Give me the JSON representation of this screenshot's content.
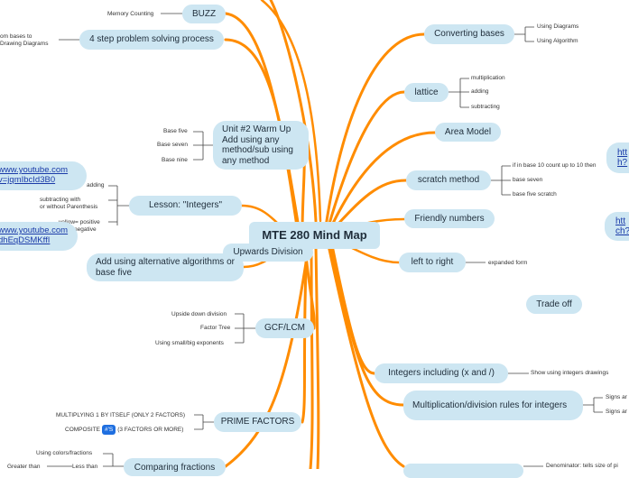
{
  "central": "MTE 280 Mind Map",
  "colors": {
    "branch": "#ff8c00",
    "node_fill": "#cde6f2",
    "leaf_line": "#444444",
    "badge": "#1f6fe0"
  },
  "right": {
    "converting_bases": {
      "label": "Converting bases",
      "children": [
        "Using Diagrams",
        "Using Algorithm"
      ]
    },
    "lattice": {
      "label": "lattice",
      "children": [
        "multiplication",
        "adding",
        "subtracting"
      ]
    },
    "area_model": {
      "label": "Area Model"
    },
    "scratch_method": {
      "label": "scratch method",
      "children": [
        "if in base 10 count up to 10 then",
        "base seven",
        "base five scratch"
      ]
    },
    "friendly_numbers": {
      "label": "Friendly numbers"
    },
    "left_to_right": {
      "label": "left to right",
      "children": [
        "expanded form"
      ]
    },
    "trade_off": {
      "label": "Trade off"
    },
    "integers_including": {
      "label": "Integers including (x and /)",
      "children": [
        "Show using integers drawings"
      ]
    },
    "mult_div_rules": {
      "label": "Multiplication/division rules for integers",
      "children": [
        "Signs ar",
        "Signs ar"
      ]
    },
    "bottom_right_leaf": "Denominator: tells size of pi",
    "link_right_1_a": "htt",
    "link_right_1_b": "h?",
    "link_right_2_a": "htt",
    "link_right_2_b": "ch?"
  },
  "left": {
    "buzz": {
      "label": "BUZZ",
      "children": [
        "Memory Counting"
      ]
    },
    "four_step": {
      "label": "4 step problem solving process",
      "children": [
        "om bases to",
        "Drawing Diagrams"
      ]
    },
    "unit2": {
      "label": "Unit #2 Warm Up Add using any method/sub using any method",
      "children": [
        "Base five",
        "Base seven",
        "Base nine"
      ]
    },
    "link_1_a": "www.youtube.com",
    "link_1_b": "v=jqmIbcId3B0",
    "lesson_integers": {
      "label": "Lesson: \"Integers\"",
      "children": [
        "adding",
        "subtracting with",
        "or without Parenthesis",
        "yellow= positive",
        "negative"
      ]
    },
    "link_2_a": "www.youtube.com",
    "link_2_b": "dhEqDSMKffI",
    "upwards_division": {
      "label": "Upwards Division"
    },
    "add_alg": {
      "label": "Add using alternative algorithms or base five"
    },
    "gcf_lcm": {
      "label": "GCF/LCM",
      "children": [
        "Upside down division",
        "Factor Tree",
        "Using small/big exponents"
      ]
    },
    "prime_factors": {
      "label": "PRIME FACTORS",
      "children": [
        "MULTIPLYING 1 BY ITSELF (ONLY 2 FACTORS)",
        "COMPOSITE",
        "(3 FACTORS OR MORE)"
      ],
      "badge": "#'S"
    },
    "comparing_fractions": {
      "label": "Comparing fractions",
      "children": [
        "Using colors/fractions",
        "Less than",
        "Greater than"
      ]
    }
  }
}
